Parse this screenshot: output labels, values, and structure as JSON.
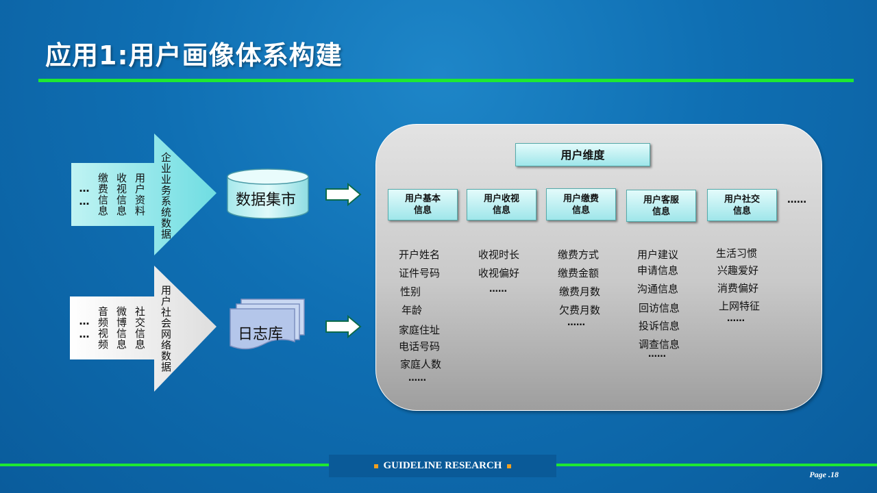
{
  "title": "应用1:用户画像体系构建",
  "source1": {
    "items": [
      "用户资料",
      "收视信息",
      "缴费信息",
      "……"
    ],
    "label": "企业业务系统数据"
  },
  "source2": {
    "items": [
      "社交信息",
      "微博信息",
      "音频视频",
      "……"
    ],
    "label": "用户社会网络数据"
  },
  "datamart": "数据集市",
  "logdb": "日志库",
  "dimension_title": "用户维度",
  "more": "……",
  "categories": [
    {
      "name": "用户基本信息",
      "items": [
        "开户姓名",
        "证件号码",
        "性别",
        "年龄",
        "家庭住址",
        "电话号码",
        "家庭人数",
        "……"
      ]
    },
    {
      "name": "用户收视信息",
      "items": [
        "收视时长",
        "收视偏好",
        "……"
      ]
    },
    {
      "name": "用户缴费信息",
      "items": [
        "缴费方式",
        "缴费金额",
        "缴费月数",
        "欠费月数",
        "……"
      ]
    },
    {
      "name": "用户客服信息",
      "items": [
        "用户建议",
        "申请信息",
        "沟通信息",
        "回访信息",
        "投诉信息",
        "调查信息",
        "……"
      ]
    },
    {
      "name": "用户社交信息",
      "items": [
        "生活习惯",
        "兴趣爱好",
        "消费偏好",
        "上网特征",
        "……"
      ]
    }
  ],
  "footer": "GUIDELINE  RESEARCH",
  "page": "Page .18"
}
